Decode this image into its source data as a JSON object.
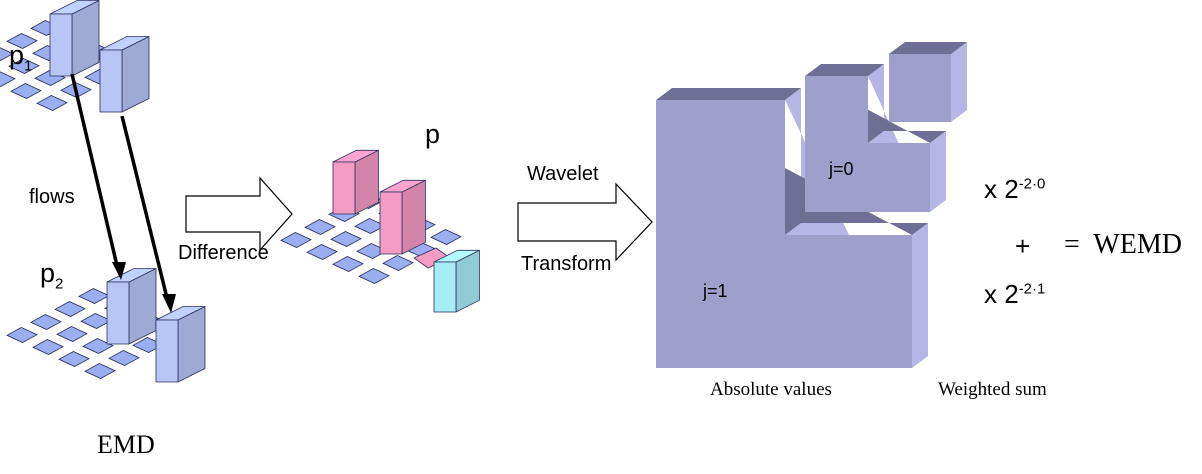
{
  "labels": {
    "p1_base": "p",
    "p1_sub": "1",
    "p2_base": "p",
    "p2_sub": "2",
    "p": "p",
    "flows": "flows",
    "difference": "Difference",
    "wavelet": "Wavelet",
    "transform": "Transform",
    "emd": "EMD",
    "j0": "j=0",
    "j1": "j=1",
    "weight0_prefix": "x 2",
    "weight0_exp": "-2·0",
    "weight1_prefix": "x 2",
    "weight1_exp": "-2·1",
    "plus": "+",
    "equals_wemd": "=  WEMD",
    "absolute_values": "Absolute values",
    "weighted_sum": "Weighted sum"
  },
  "colors": {
    "tile": "#9aaef0",
    "bar_blue": "#b7c6f5",
    "bar_pink": "#f49bc4",
    "bar_cyan": "#a8ecf6",
    "block_front": "#9f9fcb",
    "block_top": "#6f6f96",
    "block_side": "#b5b5e6",
    "outline": "#2a2f60"
  }
}
